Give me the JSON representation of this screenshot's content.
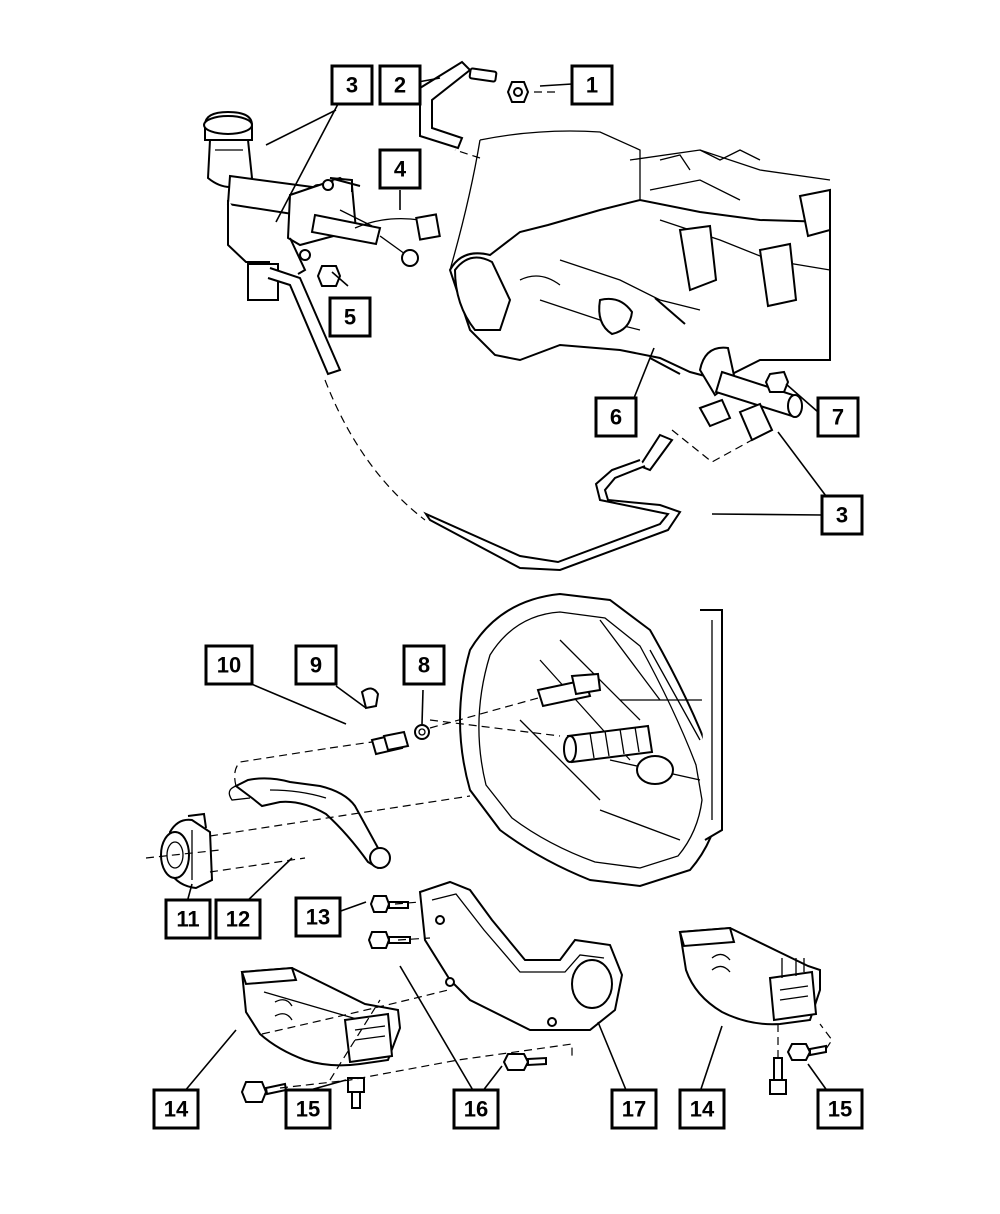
{
  "callouts": [
    {
      "id": "c1",
      "label": "1"
    },
    {
      "id": "c2",
      "label": "2"
    },
    {
      "id": "c3a",
      "label": "3"
    },
    {
      "id": "c4",
      "label": "4"
    },
    {
      "id": "c5",
      "label": "5"
    },
    {
      "id": "c6",
      "label": "6"
    },
    {
      "id": "c7",
      "label": "7"
    },
    {
      "id": "c3b",
      "label": "3"
    },
    {
      "id": "c10",
      "label": "10"
    },
    {
      "id": "c9",
      "label": "9"
    },
    {
      "id": "c8",
      "label": "8"
    },
    {
      "id": "c11",
      "label": "11"
    },
    {
      "id": "c12",
      "label": "12"
    },
    {
      "id": "c13",
      "label": "13"
    },
    {
      "id": "c14a",
      "label": "14"
    },
    {
      "id": "c15a",
      "label": "15"
    },
    {
      "id": "c16",
      "label": "16"
    },
    {
      "id": "c17",
      "label": "17"
    },
    {
      "id": "c14b",
      "label": "14"
    },
    {
      "id": "c15b",
      "label": "15"
    }
  ]
}
